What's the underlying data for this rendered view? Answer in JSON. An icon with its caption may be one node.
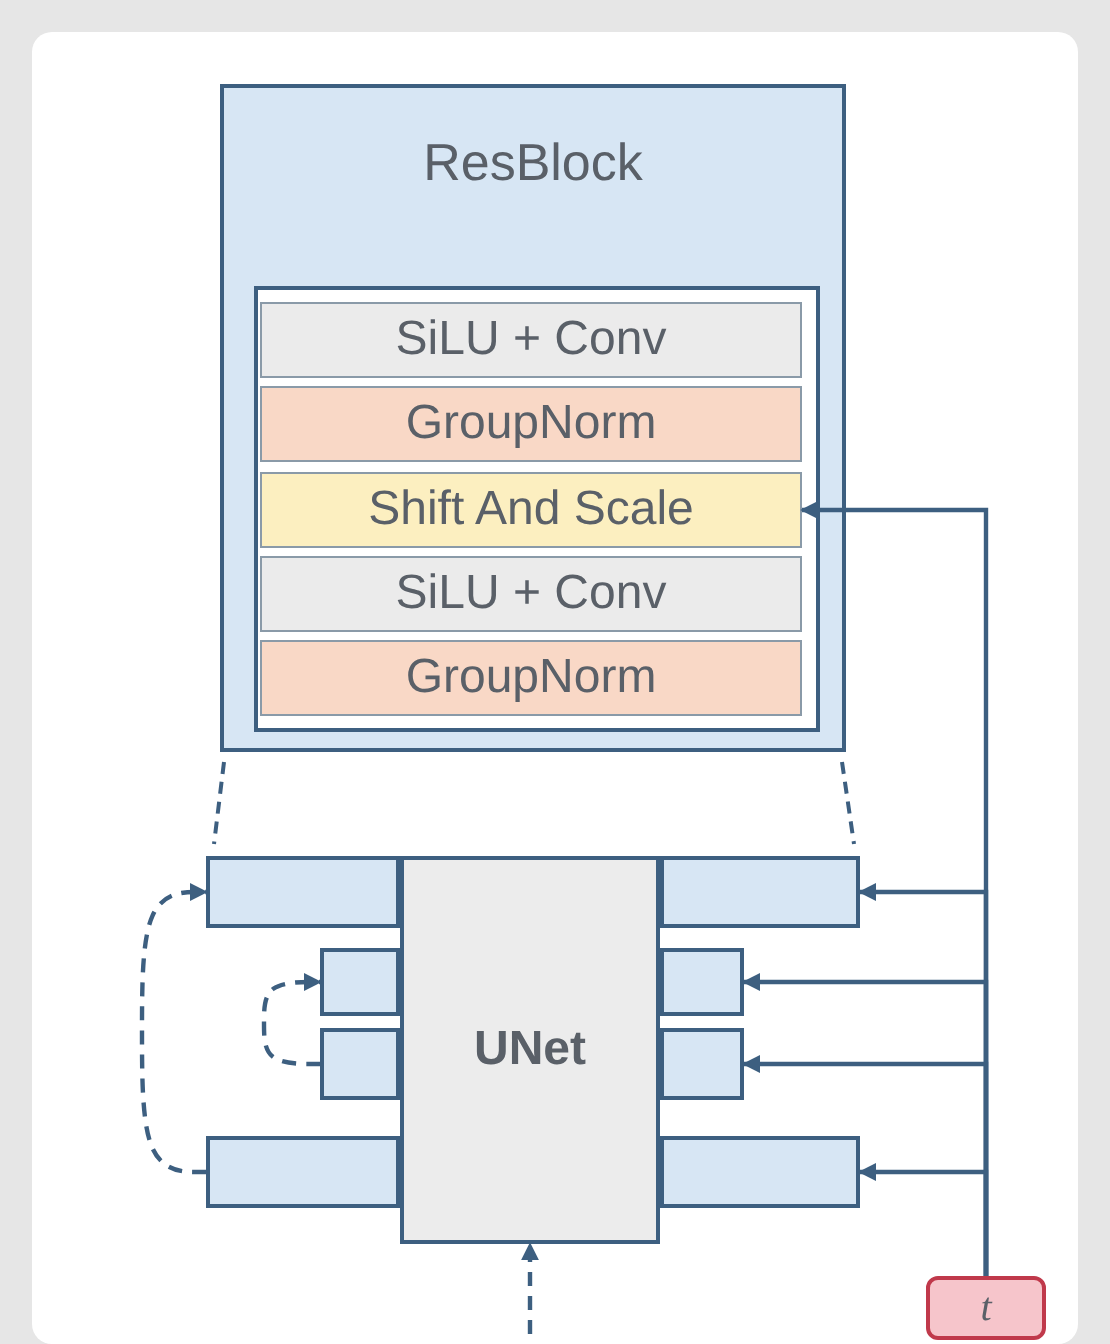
{
  "diagram": {
    "nodes": [
      {
        "text": [
          "ResBlock"
        ]
      },
      {
        "text": [
          "SiLU + Conv"
        ],
        "in": 0
      },
      {
        "text": [
          "GroupNorm"
        ],
        "in": 0
      },
      {
        "text": [
          "Shift And Scale"
        ],
        "in": 0
      },
      {
        "text": [
          "SiLU + Conv"
        ],
        "in": 0
      },
      {
        "text": [
          "GroupNorm"
        ],
        "in": 0
      },
      {
        "text": [
          "UNet"
        ]
      },
      {
        "text": [],
        "shape": "bar"
      },
      {
        "text": [],
        "shape": "bar"
      },
      {
        "text": [],
        "shape": "bar"
      },
      {
        "text": [],
        "shape": "bar"
      },
      {
        "text": [],
        "shape": "bar"
      },
      {
        "text": [],
        "shape": "bar"
      },
      {
        "text": [],
        "shape": "bar"
      },
      {
        "text": [],
        "shape": "bar"
      },
      {
        "text": [
          "t"
        ]
      }
    ],
    "edges": [
      {
        "from": 10,
        "to": 7,
        "arrow": "to",
        "style": "dashed"
      },
      {
        "from": 9,
        "to": 8,
        "arrow": "to",
        "style": "dashed"
      },
      {
        "from": null,
        "to": 6,
        "arrow": "to",
        "style": "dashed"
      },
      {
        "from": 15,
        "to": 3,
        "arrow": "to"
      },
      {
        "from": 15,
        "to": 11,
        "arrow": "to"
      },
      {
        "from": 15,
        "to": 12,
        "arrow": "to"
      },
      {
        "from": 15,
        "to": 13,
        "arrow": "to"
      },
      {
        "from": 15,
        "to": 14,
        "arrow": "to"
      }
    ]
  }
}
